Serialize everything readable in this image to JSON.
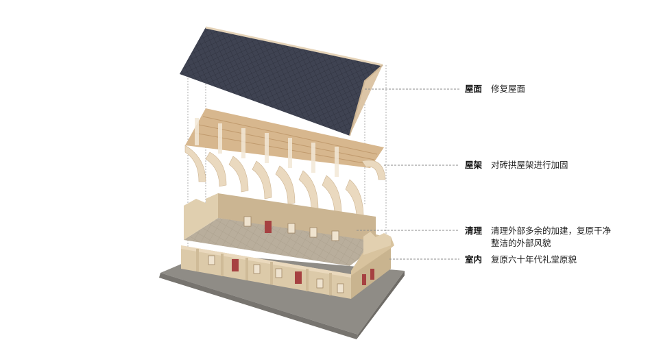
{
  "layers": [
    {
      "key": "roof",
      "label": "屋面",
      "desc": [
        "修复屋面"
      ]
    },
    {
      "key": "truss",
      "label": "屋架",
      "desc": [
        "对砖拱屋架进行加固"
      ]
    },
    {
      "key": "clean",
      "label": "清理",
      "desc": [
        "清理外部多余的加建，复原干净",
        "整洁的外部风貌"
      ]
    },
    {
      "key": "interior",
      "label": "室内",
      "desc": [
        "复原六十年代礼堂原貌"
      ]
    }
  ],
  "colors": {
    "roof_tile": "#3f4352",
    "roof_edge": "#d9c1a3",
    "arch": "#e3cfb2",
    "purlin": "#c8a57c",
    "wall": "#dccaa9",
    "floor": "#b6ab99",
    "ground": "#8f8c86",
    "door": "#a64141",
    "leader": "#8a8a8a"
  }
}
